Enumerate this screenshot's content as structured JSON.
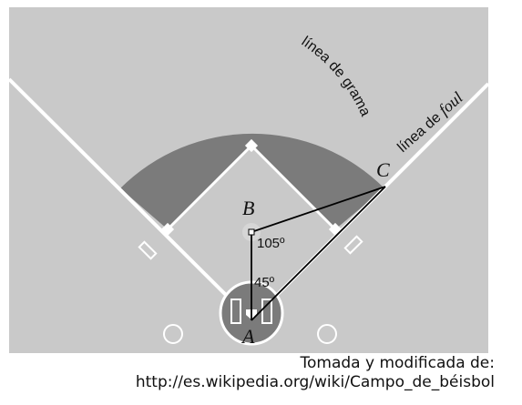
{
  "diagram": {
    "title": "",
    "labels": {
      "point_a": "A",
      "point_b": "B",
      "point_c": "C",
      "angle_b": "105º",
      "angle_a": "45º",
      "grass_line_word1": "línea de grama",
      "foul_line_prefix": "línea de ",
      "foul_line_italic": "foul"
    },
    "colors": {
      "field": "#c9c9c9",
      "infield_dirt": "#7b7b7b",
      "lines": "#ffffff",
      "segments": "#000000"
    }
  },
  "caption": {
    "line1": "Tomada y modificada de:",
    "line2": "http://es.wikipedia.org/wiki/Campo_de_béisbol"
  }
}
